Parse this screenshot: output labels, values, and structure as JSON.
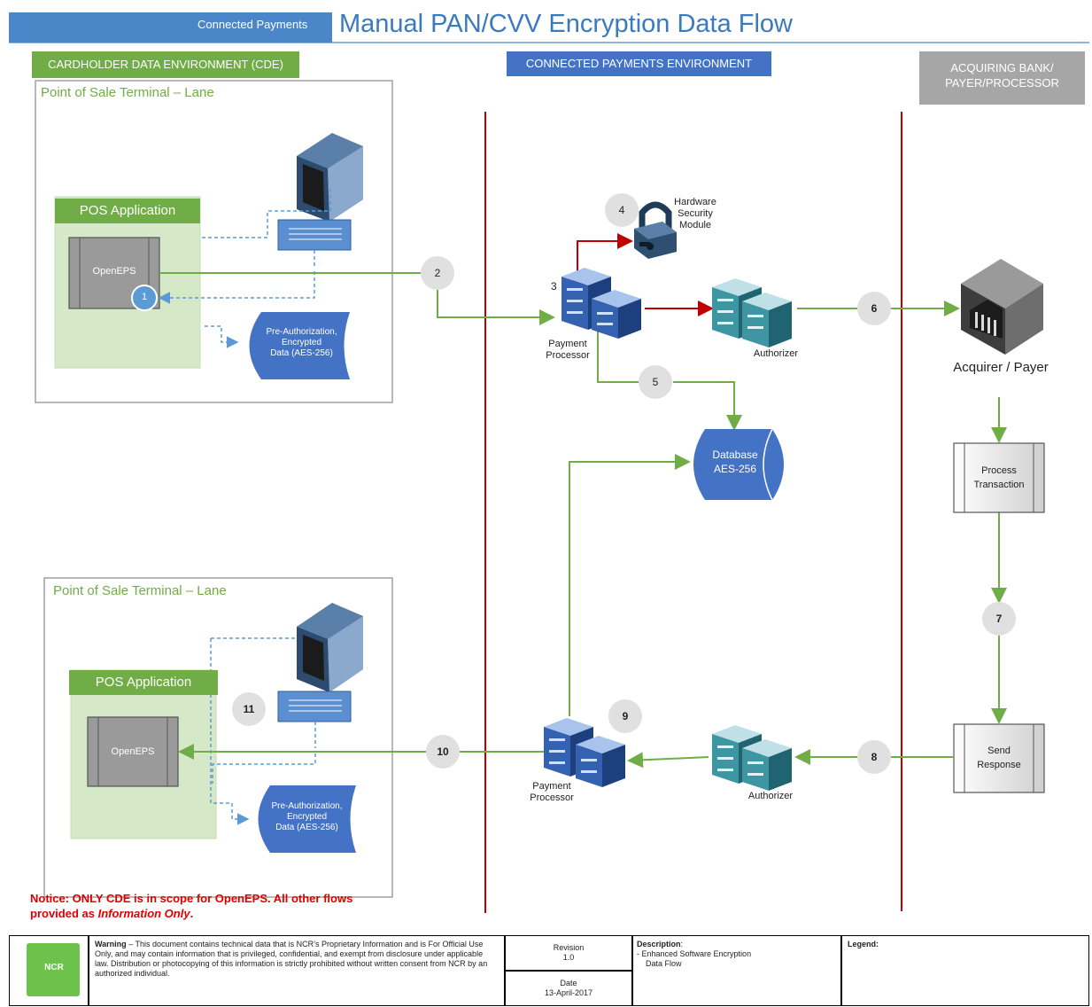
{
  "header": {
    "subtitle": "Connected Payments",
    "title": "Manual PAN/CVV Encryption Data Flow"
  },
  "zones": {
    "cde": "CARDHOLDER DATA ENVIRONMENT (CDE)",
    "connected": "CONNECTED PAYMENTS ENVIRONMENT",
    "acquiring_line1": "ACQUIRING BANK/",
    "acquiring_line2": "PAYER/PROCESSOR"
  },
  "pos_top": {
    "title": "Point of Sale Terminal – Lane",
    "app": "POS Application",
    "openeps": "OpenEPS",
    "badge": "1",
    "data_line1": "Pre-Authorization,",
    "data_line2": "Encrypted",
    "data_line3": "Data (AES-256)"
  },
  "pos_bottom": {
    "title": "Point of Sale Terminal – Lane",
    "app": "POS Application",
    "openeps": "OpenEPS",
    "data_line1": "Pre-Authorization,",
    "data_line2": "Encrypted",
    "data_line3": "Data (AES-256)"
  },
  "nodes": {
    "hsm_line1": "Hardware",
    "hsm_line2": "Security",
    "hsm_line3": "Module",
    "pp_line1": "Payment",
    "pp_line2": "Processor",
    "authorizer": "Authorizer",
    "acquirer": "Acquirer / Payer",
    "db_line1": "Database",
    "db_line2": "AES-256",
    "process_line1": "Process",
    "process_line2": "Transaction",
    "send_line1": "Send",
    "send_line2": "Response"
  },
  "steps": {
    "s2": "2",
    "s3": "3",
    "s4": "4",
    "s5": "5",
    "s6": "6",
    "s7": "7",
    "s8": "8",
    "s9": "9",
    "s10": "10",
    "s11": "11"
  },
  "notice": {
    "line1": "Notice: ONLY CDE is in scope for OpenEPS.  All other flows",
    "line2_a": "provided as ",
    "line2_b": "Information Only",
    "line2_c": "."
  },
  "footer": {
    "logo": "NCR",
    "warning_bold": "Warning",
    "warning_text": " – This document contains technical data that is NCR’s Proprietary Information and is For Official Use Only, and may contain information that is privileged, confidential, and exempt from disclosure under applicable law.  Distribution or photocopying of this information is strictly prohibited without written consent from NCR by an authorized individual.",
    "revision_label": "Revision",
    "revision_value": "1.0",
    "date_label": "Date",
    "date_value": "13-April-2017",
    "description_label": "Description",
    "description_line1": "-  Enhanced Software Encryption",
    "description_line2": "Data Flow",
    "legend_label": "Legend:"
  },
  "colors": {
    "green": "#70ad47",
    "blue": "#4472c4",
    "red_divider": "#c00000",
    "dashed_blue": "#5b9bd5",
    "gray_zone": "#a6a6a6"
  }
}
